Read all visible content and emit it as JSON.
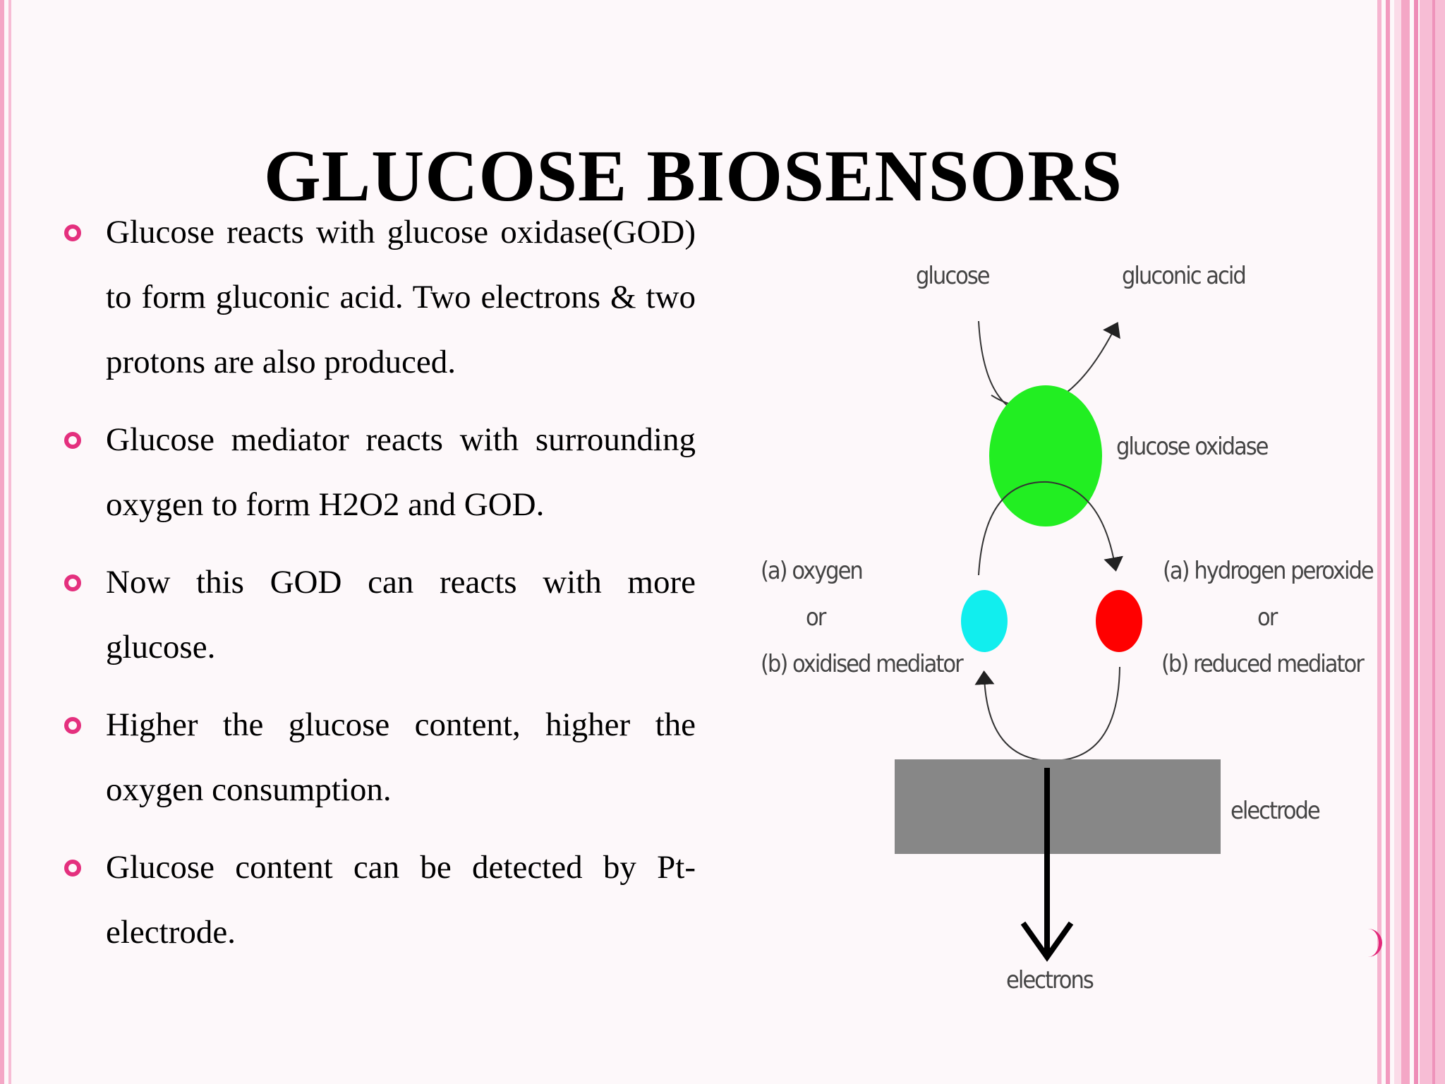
{
  "slide": {
    "title": "GLUCOSE BIOSENSORS",
    "bullets": [
      "Glucose reacts with glucose oxidase(GOD) to form gluconic acid. Two electrons & two protons are also produced.",
      "Glucose mediator reacts with surrounding oxygen to form H2O2  and GOD.",
      "Now this GOD can reacts with more glucose.",
      "Higher the glucose content, higher the oxygen consumption.",
      "Glucose content can be detected by Pt-electrode."
    ]
  },
  "diagram": {
    "labels": {
      "glucose": "glucose",
      "gluconic_acid": "gluconic acid",
      "glucose_oxidase": "glucose oxidase",
      "left_a": "(a) oxygen",
      "left_or": "or",
      "left_b": "(b) oxidised mediator",
      "right_a": "(a) hydrogen peroxide",
      "right_or": "or",
      "right_b": "(b) reduced mediator",
      "electrode": "electrode",
      "electrons": "electrons"
    },
    "colors": {
      "enzyme": "#22ee22",
      "oxidised_species": "#11eeee",
      "reduced_species": "#ff0000",
      "electrode": "#878787"
    }
  },
  "theme": {
    "accent": "#e4307e",
    "border_pink": "#f4a7c6"
  }
}
